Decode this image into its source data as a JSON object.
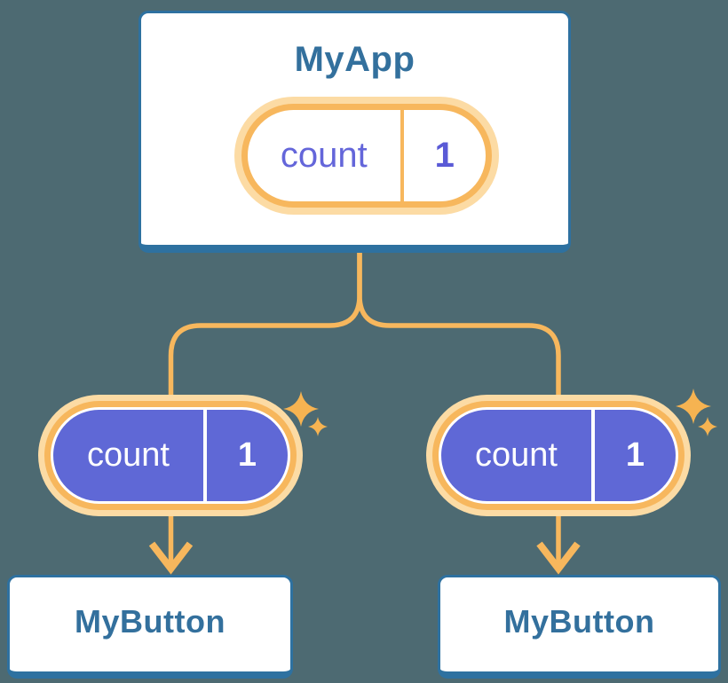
{
  "colors": {
    "background": "#4d6a72",
    "card_background": "#ffffff",
    "card_border_blue": "#2e71a0",
    "title_text_blue": "#33709d",
    "orange": "#f7b75d",
    "orange_glow": "#fcdba4",
    "sparkle_orange": "#f6b351",
    "pill_purple_fill": "#5f68d6",
    "pill_purple_text": "#6466da",
    "pill_value_purple": "#5a5ad6",
    "pill_white_text": "#ffffff"
  },
  "root_card": {
    "title": "MyApp",
    "state": {
      "key": "count",
      "value": "1"
    }
  },
  "children": [
    {
      "title": "MyButton",
      "state": {
        "key": "count",
        "value": "1"
      }
    },
    {
      "title": "MyButton",
      "state": {
        "key": "count",
        "value": "1"
      }
    }
  ]
}
